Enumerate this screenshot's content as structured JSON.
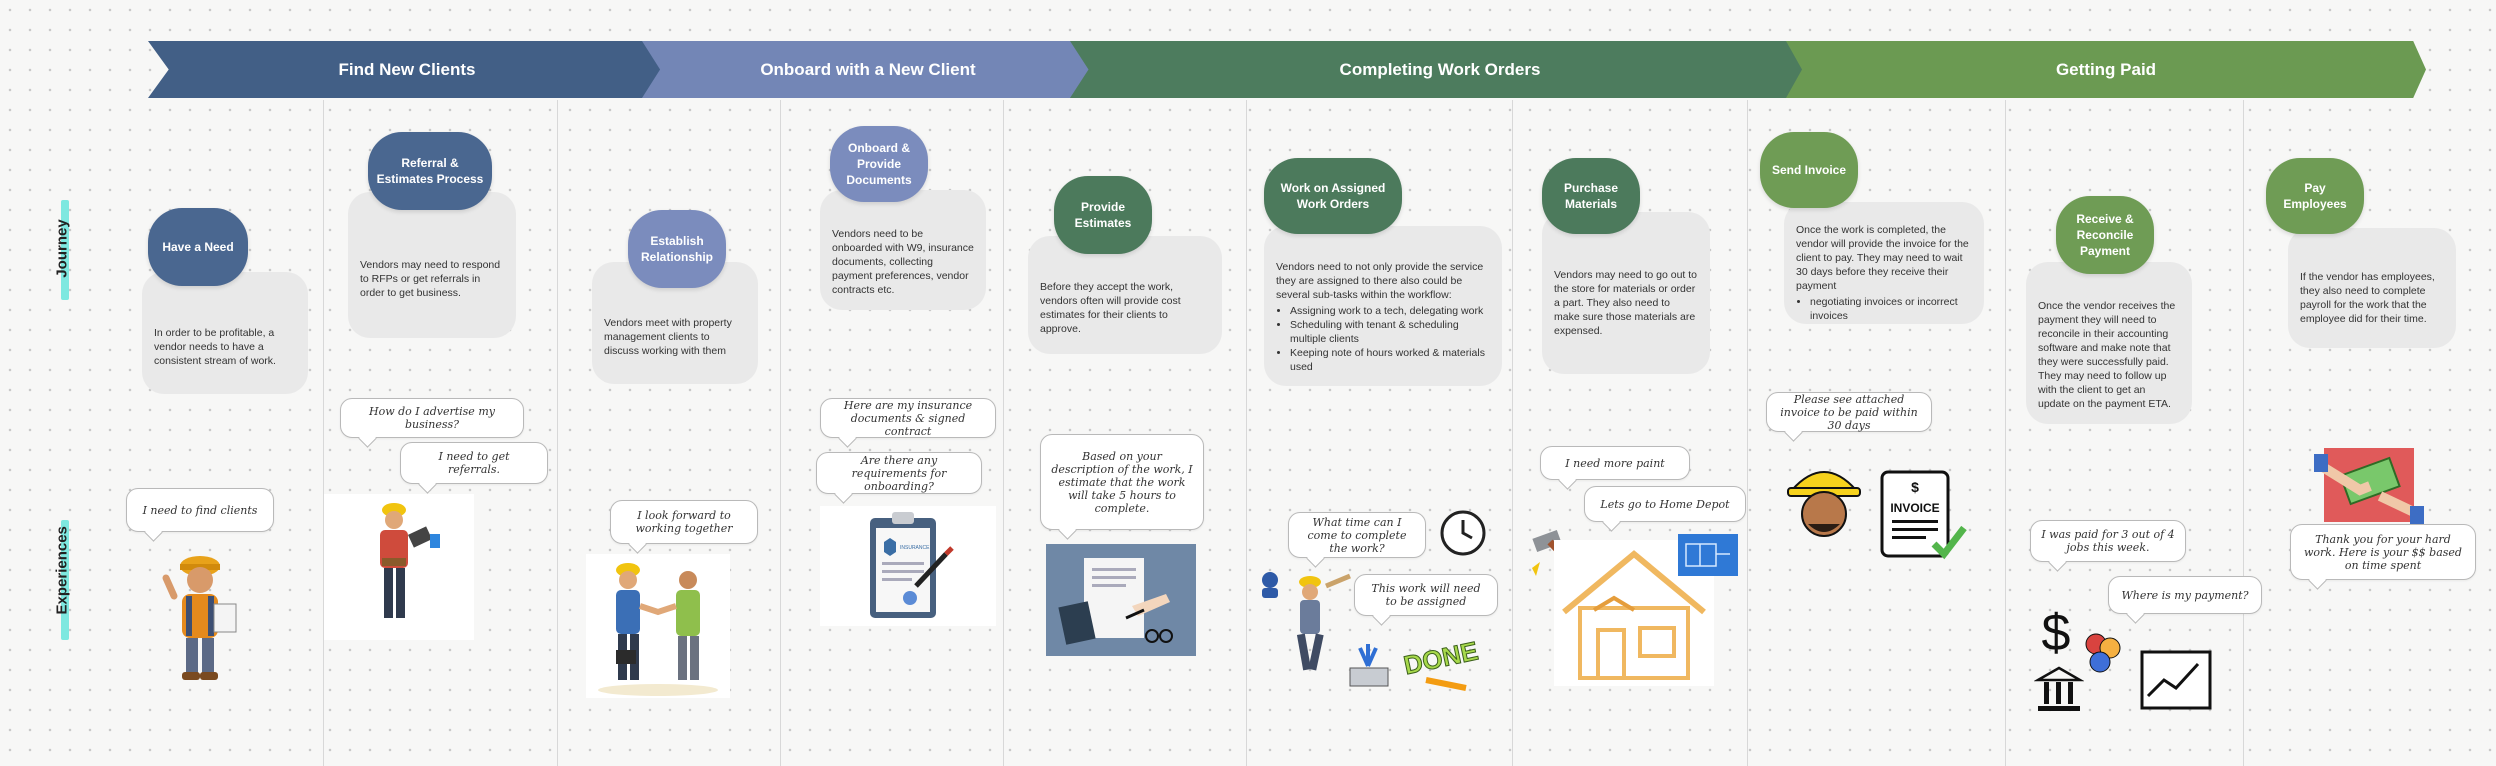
{
  "side_labels": {
    "journey": "Journey",
    "experiences": "Experiences"
  },
  "phases": [
    {
      "label": "Find New Clients",
      "color": "#425f86"
    },
    {
      "label": "Onboard with a New Client",
      "color": "#7386b6"
    },
    {
      "label": "Completing Work Orders",
      "color": "#4d7c5e"
    },
    {
      "label": "Getting Paid",
      "color": "#6b9a52"
    }
  ],
  "steps": [
    {
      "title": "Have a Need",
      "text": "In order to be profitable, a vendor needs to have a consistent stream of work."
    },
    {
      "title": "Referral  &  Estimates Process",
      "text": "Vendors may need to respond to RFPs or get referrals in order to get business."
    },
    {
      "title": "Establish Relationship",
      "text": "Vendors meet with property management clients to discuss working with them"
    },
    {
      "title": "Onboard & Provide Documents",
      "text": "Vendors need to be onboarded with W9, insurance documents, collecting payment preferences, vendor contracts etc."
    },
    {
      "title": "Provide Estimates",
      "text": "Before they accept the work, vendors often will provide cost estimates for their clients to approve."
    },
    {
      "title": "Work on Assigned Work Orders",
      "text": "Vendors need to not only provide the service they are assigned to there also could be several sub-tasks within the workflow:",
      "bullets": [
        "Assigning work to a tech, delegating work",
        "Scheduling with tenant & scheduling multiple clients",
        "Keeping note of hours worked & materials used"
      ]
    },
    {
      "title": "Purchase Materials",
      "text": "Vendors may need to go out to the store for materials or order a part. They also need to make sure those materials are expensed."
    },
    {
      "title": "Send Invoice",
      "text": "Once the work is completed, the vendor will provide the invoice for the client to pay. They may need to wait 30 days before they receive their payment",
      "bullets": [
        "negotiating invoices or incorrect invoices"
      ]
    },
    {
      "title": "Receive & Reconcile Payment",
      "text": "Once the vendor receives the payment they will need to reconcile in their accounting software and make note that they were successfully paid. They may need to follow up with the client to get an update on the payment ETA."
    },
    {
      "title": "Pay Employees",
      "text": "If the vendor has employees, they also need to complete payroll for the work that the employee did for their time."
    }
  ],
  "quotes": [
    "I need to find clients",
    "How do I advertise my business?",
    "I need to get referrals.",
    "I look forward to working together",
    "Here are my insurance documents & signed contract",
    "Are there any requirements for onboarding?",
    "Based on your description of the work, I estimate that the work will take 5 hours to complete.",
    "What time can I come to complete the work?",
    "This work will need to be assigned",
    "I need more paint",
    "Lets go to Home Depot",
    "Please see attached invoice to be paid within 30 days",
    "I was paid for 3 out of 4 jobs this week.",
    "Where is my payment?",
    "Thank you for your hard work. Here is your $$ based on time spent"
  ],
  "illustration_text": {
    "invoice": "INVOICE",
    "done": "DONE",
    "insurance": "INSURANCE"
  },
  "icons": [
    "worker-icon",
    "handshake-icon",
    "clipboard-icon",
    "document-signing-icon",
    "clock-icon",
    "hammer-icon",
    "house-icon",
    "blueprint-icon",
    "invoice-icon",
    "dollar-icon",
    "bank-icon",
    "chart-icon",
    "money-hand-icon"
  ]
}
